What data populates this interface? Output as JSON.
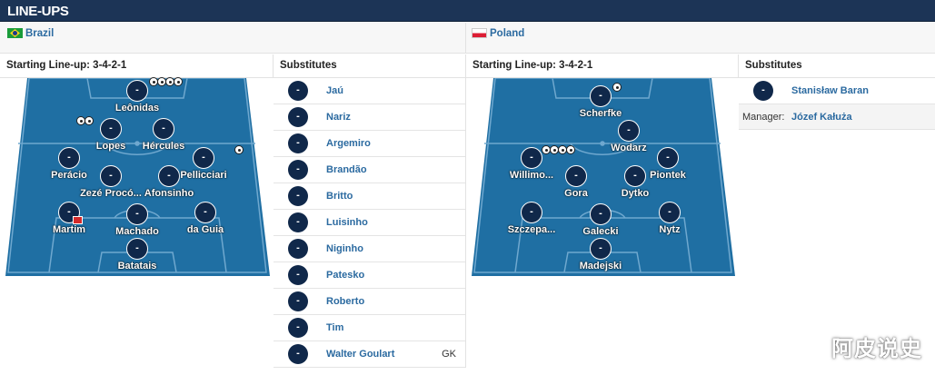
{
  "header": {
    "title": "LINE-UPS"
  },
  "teams": {
    "home": {
      "name": "Brazil",
      "flag": "flag-brazil-icon"
    },
    "away": {
      "name": "Poland",
      "flag": "flag-poland-icon"
    }
  },
  "columns": {
    "home_lineup": "Starting Line-up: 3-4-2-1",
    "home_subs": "Substitutes",
    "away_lineup": "Starting Line-up: 3-4-2-1",
    "away_subs": "Substitutes"
  },
  "home_players": [
    {
      "name": "Leônidas",
      "rating": "-",
      "goals": 4
    },
    {
      "name": "Lopes",
      "rating": "-",
      "goals": 2
    },
    {
      "name": "Hércules",
      "rating": "-",
      "goals": 0
    },
    {
      "name": "Perácio",
      "rating": "-",
      "goals": 0
    },
    {
      "name": "Zezé Procó...",
      "rating": "-",
      "goals": 0
    },
    {
      "name": "Afonsinho",
      "rating": "-",
      "goals": 0
    },
    {
      "name": "Pellicciari",
      "rating": "-",
      "goals": 1
    },
    {
      "name": "Martim",
      "rating": "-",
      "goals": 0,
      "red_card": true
    },
    {
      "name": "Machado",
      "rating": "-",
      "goals": 0
    },
    {
      "name": "da Guia",
      "rating": "-",
      "goals": 0
    },
    {
      "name": "Batatais",
      "rating": "-",
      "goals": 0
    }
  ],
  "home_substitutes": [
    {
      "name": "Jaú",
      "rating": "-",
      "pos": ""
    },
    {
      "name": "Nariz",
      "rating": "-",
      "pos": ""
    },
    {
      "name": "Argemiro",
      "rating": "-",
      "pos": ""
    },
    {
      "name": "Brandão",
      "rating": "-",
      "pos": ""
    },
    {
      "name": "Britto",
      "rating": "-",
      "pos": ""
    },
    {
      "name": "Luisinho",
      "rating": "-",
      "pos": ""
    },
    {
      "name": "Niginho",
      "rating": "-",
      "pos": ""
    },
    {
      "name": "Patesko",
      "rating": "-",
      "pos": ""
    },
    {
      "name": "Roberto",
      "rating": "-",
      "pos": ""
    },
    {
      "name": "Tim",
      "rating": "-",
      "pos": ""
    },
    {
      "name": "Walter Goulart",
      "rating": "-",
      "pos": "GK"
    }
  ],
  "away_players": [
    {
      "name": "Scherfke",
      "rating": "-",
      "goals": 1
    },
    {
      "name": "Wodarz",
      "rating": "-",
      "goals": 0
    },
    {
      "name": "Willimo...",
      "rating": "-",
      "goals": 4
    },
    {
      "name": "Gora",
      "rating": "-",
      "goals": 0
    },
    {
      "name": "Dytko",
      "rating": "-",
      "goals": 0
    },
    {
      "name": "Piontek",
      "rating": "-",
      "goals": 0
    },
    {
      "name": "Szczepa...",
      "rating": "-",
      "goals": 0
    },
    {
      "name": "Galecki",
      "rating": "-",
      "goals": 0
    },
    {
      "name": "Nytz",
      "rating": "-",
      "goals": 0
    },
    {
      "name": "Madejski",
      "rating": "-",
      "goals": 0
    }
  ],
  "away_substitutes": [
    {
      "name": "Stanisław Baran",
      "rating": "-",
      "pos": ""
    }
  ],
  "away_manager": {
    "label": "Manager:",
    "name": "Józef Kałuża"
  },
  "watermark": "阿皮说史",
  "colors": {
    "header": "#1c3456",
    "pitch": "#1f6fa3",
    "link": "#2b6aa0",
    "dot": "#10284a",
    "card": "#d42a2a"
  }
}
